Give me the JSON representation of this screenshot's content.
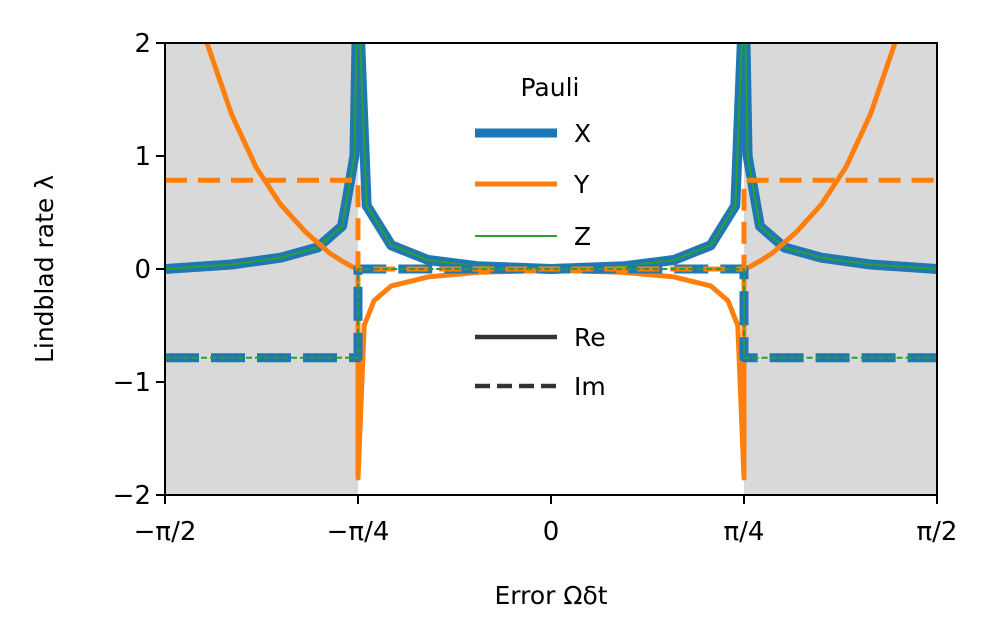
{
  "chart_data": {
    "type": "line",
    "xlabel": "Error Ωδt",
    "ylabel": "Lindblad rate λ",
    "xlim": [
      -1.5708,
      1.5708
    ],
    "ylim": [
      -2,
      2
    ],
    "x_ticks": [
      {
        "value": -1.5708,
        "label": "−π/2"
      },
      {
        "value": -0.7854,
        "label": "−π/4"
      },
      {
        "value": 0,
        "label": "0"
      },
      {
        "value": 0.7854,
        "label": "π/4"
      },
      {
        "value": 1.5708,
        "label": "π/2"
      }
    ],
    "y_ticks": [
      {
        "value": -2,
        "label": "−2"
      },
      {
        "value": -1,
        "label": "−1"
      },
      {
        "value": 0,
        "label": "0"
      },
      {
        "value": 1,
        "label": "1"
      },
      {
        "value": 2,
        "label": "2"
      }
    ],
    "shaded_regions": [
      [
        -1.5708,
        -0.7854
      ],
      [
        0.7854,
        1.5708
      ]
    ],
    "grid": false,
    "legend": {
      "placement": "top-center",
      "title": "Pauli",
      "pauli_entries": [
        {
          "label": "X",
          "color": "#1f77b4"
        },
        {
          "label": "Y",
          "color": "#ff7f0e"
        },
        {
          "label": "Z",
          "color": "#2ca02c"
        }
      ],
      "style_entries": [
        {
          "label": "Re",
          "style": "solid"
        },
        {
          "label": "Im",
          "style": "dashed"
        }
      ]
    },
    "series": [
      {
        "name": "X",
        "part": "Re",
        "color": "#1f77b4",
        "x": [
          -1.5708,
          -1.3,
          -1.1,
          -0.95,
          -0.85,
          -0.8,
          -0.79,
          -0.78,
          -0.75,
          -0.65,
          -0.5,
          -0.3,
          0,
          0.3,
          0.5,
          0.65,
          0.75,
          0.78,
          0.79,
          0.8,
          0.85,
          0.95,
          1.1,
          1.3,
          1.5708
        ],
        "y": [
          0.0,
          0.04,
          0.1,
          0.19,
          0.38,
          1.0,
          2.2,
          2.2,
          0.56,
          0.21,
          0.08,
          0.025,
          0.0,
          0.025,
          0.08,
          0.21,
          0.56,
          2.2,
          2.2,
          1.0,
          0.38,
          0.19,
          0.1,
          0.04,
          0.0
        ]
      },
      {
        "name": "Z",
        "part": "Re",
        "color": "#2ca02c",
        "x": [
          -1.5708,
          -1.3,
          -1.1,
          -0.95,
          -0.85,
          -0.8,
          -0.79,
          -0.78,
          -0.75,
          -0.65,
          -0.5,
          -0.3,
          0,
          0.3,
          0.5,
          0.65,
          0.75,
          0.78,
          0.79,
          0.8,
          0.85,
          0.95,
          1.1,
          1.3,
          1.5708
        ],
        "y": [
          0.0,
          0.04,
          0.1,
          0.19,
          0.38,
          1.0,
          2.2,
          2.2,
          0.56,
          0.21,
          0.08,
          0.025,
          0.0,
          0.025,
          0.08,
          0.21,
          0.56,
          2.2,
          2.2,
          1.0,
          0.38,
          0.19,
          0.1,
          0.04,
          0.0
        ]
      },
      {
        "name": "Y",
        "part": "Re",
        "color": "#ff7f0e",
        "x": [
          -1.4,
          -1.3,
          -1.2,
          -1.1,
          -1.0,
          -0.9,
          -0.85,
          -0.81,
          -0.7854,
          -0.7854,
          -0.76,
          -0.72,
          -0.65,
          -0.5,
          -0.3,
          0,
          0.3,
          0.5,
          0.65,
          0.72,
          0.76,
          0.7854,
          0.7854,
          0.81,
          0.85,
          0.9,
          1.0,
          1.1,
          1.2,
          1.3,
          1.4
        ],
        "y": [
          2.0,
          1.37,
          0.9,
          0.57,
          0.33,
          0.14,
          0.07,
          0.02,
          0.0,
          -1.85,
          -0.5,
          -0.28,
          -0.15,
          -0.07,
          -0.03,
          -0.01,
          -0.03,
          -0.07,
          -0.15,
          -0.28,
          -0.5,
          -1.85,
          0.0,
          0.02,
          0.07,
          0.14,
          0.33,
          0.57,
          0.9,
          1.37,
          2.0
        ]
      },
      {
        "name": "X",
        "part": "Im",
        "color": "#1f77b4",
        "x": [
          -1.5708,
          -0.7854,
          -0.7854,
          0.7854,
          0.7854,
          1.5708
        ],
        "y": [
          -0.785,
          -0.785,
          0.0,
          0.0,
          -0.785,
          -0.785
        ]
      },
      {
        "name": "Y",
        "part": "Im",
        "color": "#ff7f0e",
        "x": [
          -1.5708,
          -0.7854,
          -0.7854,
          0.7854,
          0.7854,
          1.5708
        ],
        "y": [
          0.785,
          0.785,
          0.0,
          0.0,
          0.785,
          0.785
        ]
      },
      {
        "name": "Z",
        "part": "Im",
        "color": "#2ca02c",
        "x": [
          -1.5708,
          -0.7854,
          -0.7854,
          0.7854,
          0.7854,
          1.5708
        ],
        "y": [
          -0.785,
          -0.785,
          0.0,
          0.0,
          -0.785,
          -0.785
        ]
      }
    ]
  }
}
